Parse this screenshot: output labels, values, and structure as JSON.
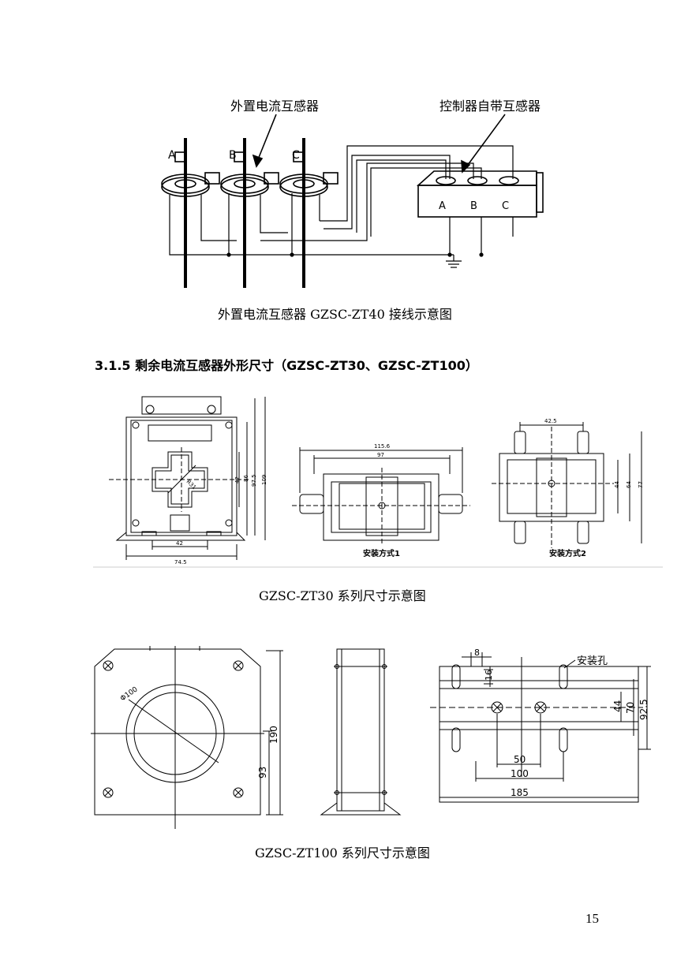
{
  "fig1": {
    "label_external": "外置电流互感器",
    "label_builtin": "控制器自带互感器",
    "phase_a": "A",
    "phase_b": "B",
    "phase_c": "C",
    "caption": "外置电流互感器 GZSC-ZT40 接线示意图"
  },
  "section": {
    "heading": "3.1.5 剩余电流互感器外形尺寸（GZSC-ZT30、GZSC-ZT100）"
  },
  "fig2": {
    "dim_42": "42",
    "dim_86": "86",
    "dim_975": "97.5",
    "dim_109": "109",
    "dim_745": "74.5",
    "dim_r31": "R31",
    "dim_1156": "115.6",
    "dim_97": "97",
    "dim_425": "42.5",
    "dim_44": "44",
    "dim_64": "64",
    "dim_77": "77",
    "mount1": "安装方式1",
    "mount2": "安装方式2",
    "caption": "GZSC-ZT30 系列尺寸示意图"
  },
  "fig3": {
    "dim_phi": "Φ100",
    "dim_190": "190",
    "dim_93": "93",
    "dim_8": "8",
    "dim_16": "16",
    "mount_hole": "安装孔",
    "dim_44": "44",
    "dim_70": "70",
    "dim_925": "92.5",
    "dim_50": "50",
    "dim_100": "100",
    "dim_185": "185",
    "caption": "GZSC-ZT100 系列尺寸示意图"
  },
  "page_number": "15"
}
